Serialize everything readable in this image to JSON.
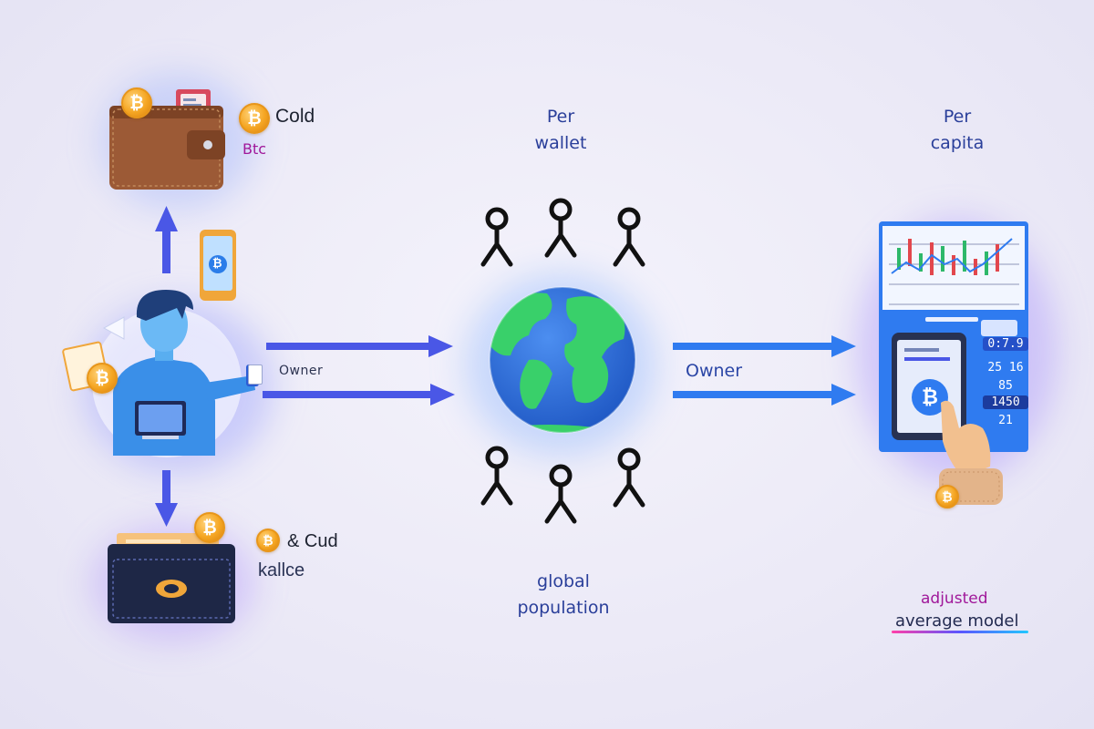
{
  "labels": {
    "cold": "Cold",
    "btc": "Btc",
    "cud": "& Cud",
    "kallce": "kallce",
    "per_wallet_line1": "Per",
    "per_wallet_line2": "wallet",
    "per_capita_line1": "Per",
    "per_capita_line2": "capita",
    "owner_small": "Owner",
    "owner_large": "Owner",
    "global_line1": "global",
    "global_line2": "population",
    "adjusted": "adjusted",
    "average_model": "average model"
  },
  "coin_symbol": "₿",
  "tickers": [
    "0:7.9",
    "25 16",
    "85",
    "1450",
    "21"
  ],
  "colors": {
    "arrow_blue": "#4a57e6",
    "wallet_brown": "#9c5a36",
    "wallet_navy": "#1e2746",
    "globe_ocean": "#2a6fd6",
    "globe_land": "#39d06a",
    "coin_gold": "#f5a623",
    "panel_blue": "#2f7bf0",
    "label_purple": "#a0189a"
  },
  "icons": [
    "bitcoin-coin-icon",
    "wallet-icon",
    "phone-icon",
    "person-icon",
    "globe-icon",
    "chart-icon",
    "tablet-icon",
    "hand-icon",
    "arrow-icon"
  ]
}
